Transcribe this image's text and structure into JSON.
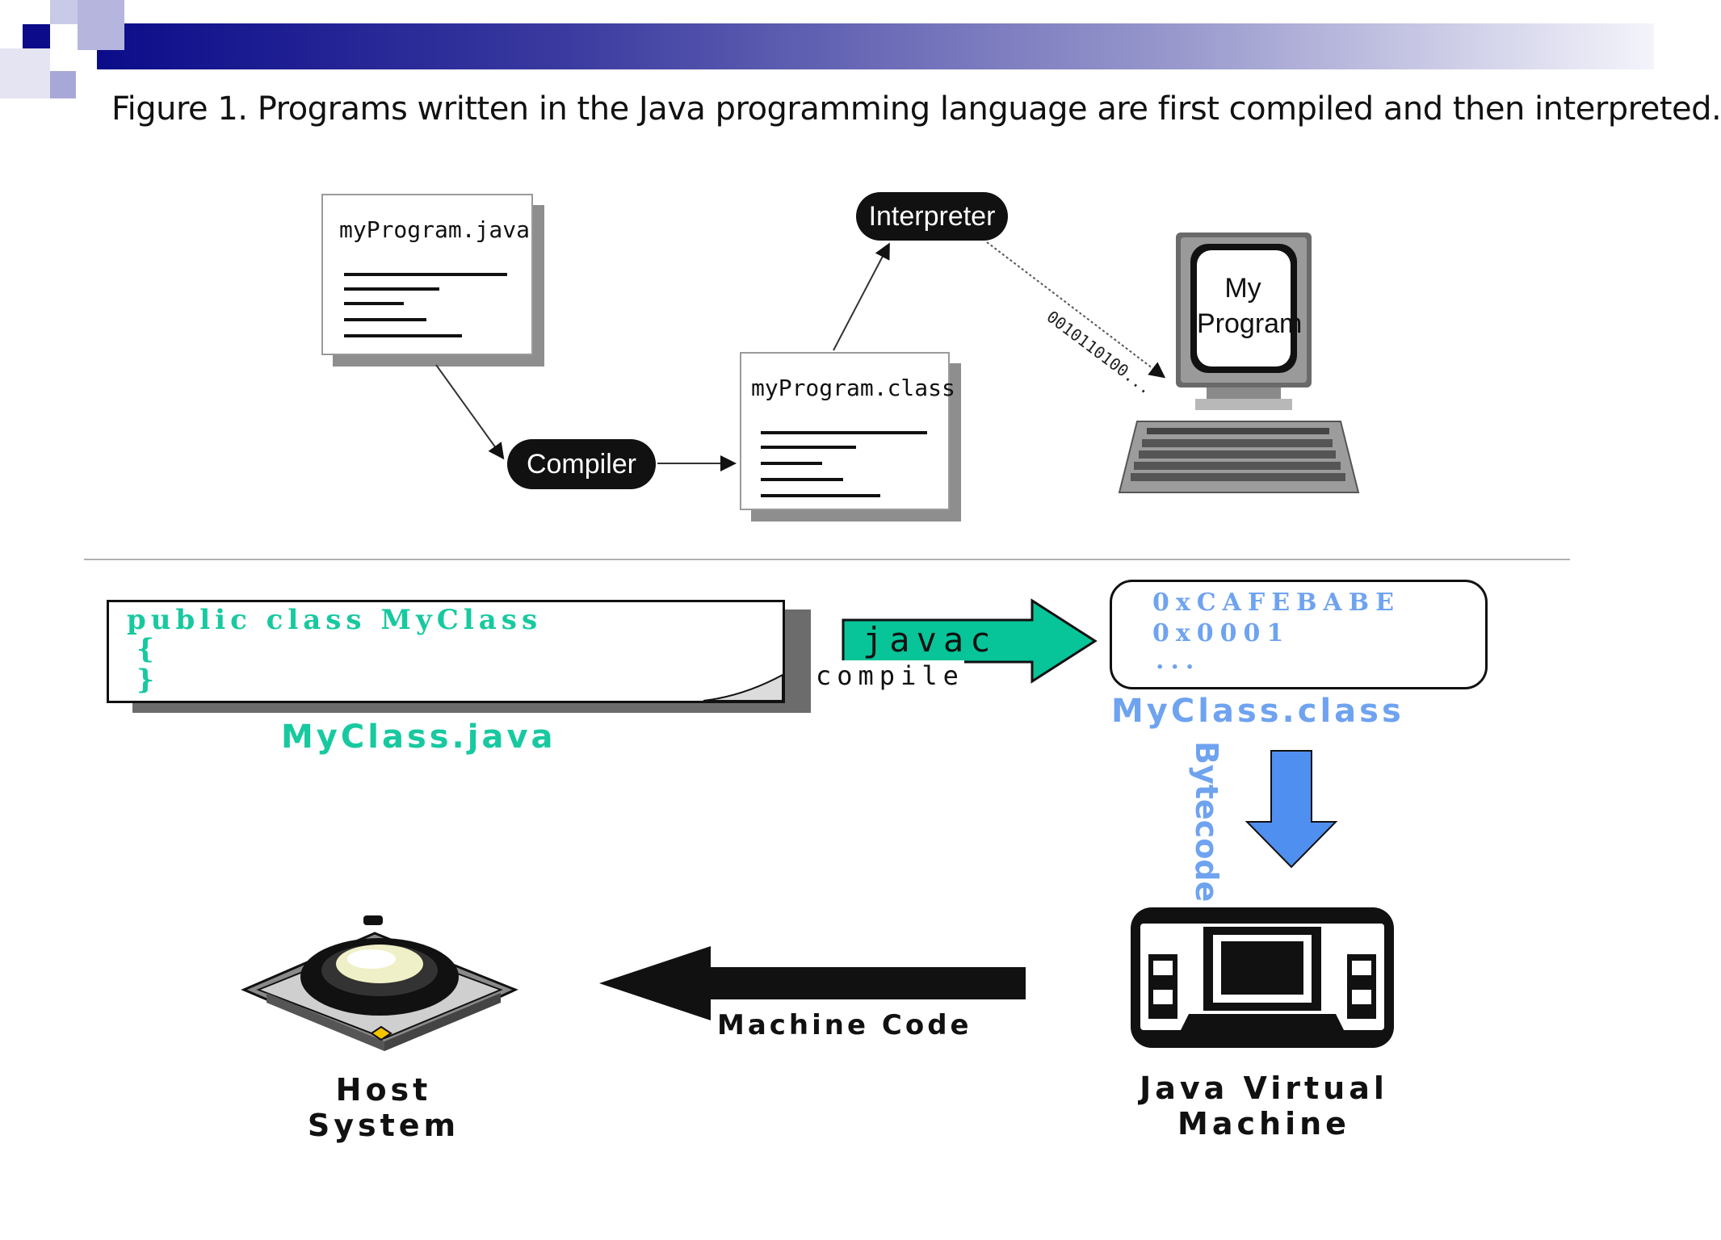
{
  "caption": "Figure 1. Programs written in the Java programming language are first compiled and then interpreted.",
  "top_diagram": {
    "source_file": "myProgram.java",
    "compiler": "Compiler",
    "class_file": "myProgram.class",
    "interpreter": "Interpreter",
    "binary_stream": "0010110100...",
    "screen_line1": "My",
    "screen_line2": "Program"
  },
  "bottom_diagram": {
    "code_line1": "public class MyClass",
    "code_line2": "{",
    "code_line3": "}",
    "source_name": "MyClass.java",
    "javac": "javac",
    "compile": "compile",
    "bytes_line1": "0xCAFEBABE",
    "bytes_line2": "0x0001",
    "bytes_line3": "...",
    "class_name": "MyClass.class",
    "bytecode": "Bytecode",
    "machine_code": "Machine Code",
    "host_line1": "Host",
    "host_line2": "System",
    "jvm_line1": "Java Virtual",
    "jvm_line2": "Machine"
  },
  "colors": {
    "code_green": "#18c9a0",
    "bytecode_blue": "#6fa3f0",
    "banner_dark": "#0c0c8a"
  }
}
